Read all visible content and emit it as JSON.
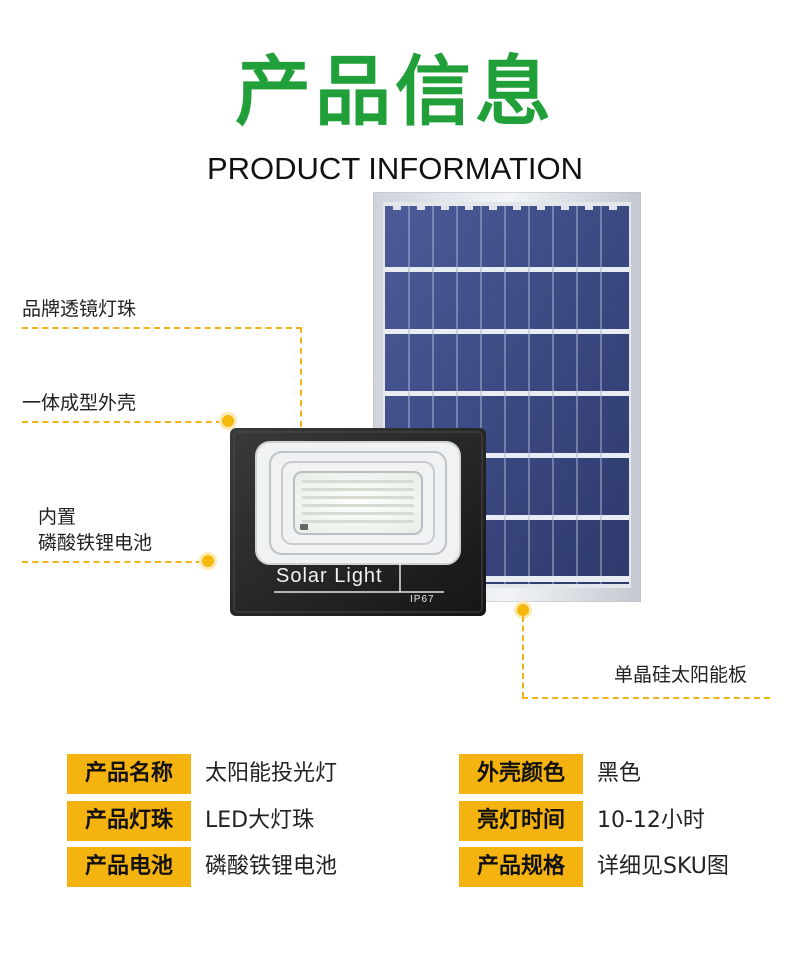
{
  "header": {
    "title_cn": "产品信息",
    "title_en": "PRODUCT INFORMATION"
  },
  "callouts": {
    "lens": "品牌透镜灯珠",
    "shell": "一体成型外壳",
    "battery_line1": "内置",
    "battery_line2": "磷酸铁锂电池",
    "panel": "单晶硅太阳能板"
  },
  "product": {
    "light_label": "Solar Light",
    "rating": "IP67"
  },
  "specs_left": [
    {
      "label": "产品名称",
      "value": "太阳能投光灯"
    },
    {
      "label": "产品灯珠",
      "value": "LED大灯珠"
    },
    {
      "label": "产品电池",
      "value": "磷酸铁锂电池"
    }
  ],
  "specs_right": [
    {
      "label": "外壳颜色",
      "value": "黑色"
    },
    {
      "label": "亮灯时间",
      "value": "10-12小时"
    },
    {
      "label": "产品规格",
      "value": "详细见SKU图"
    }
  ],
  "colors": {
    "title_green": "#21a03a",
    "label_yellow": "#f5b30f",
    "line_yellow": "#f1b21a",
    "panel_blue": "#3c4b86"
  }
}
